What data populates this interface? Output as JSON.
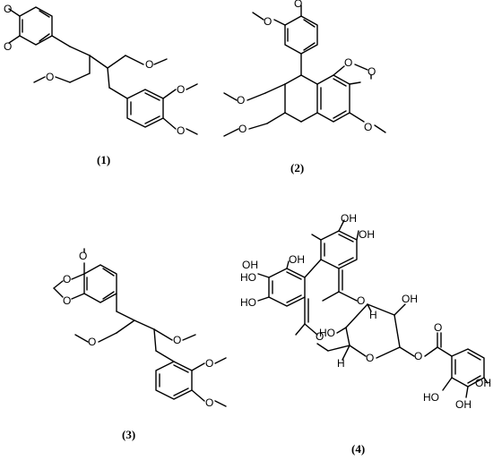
{
  "figure": {
    "captions": [
      "(1)",
      "(2)",
      "(3)",
      "(4)"
    ],
    "atom_o": "O",
    "atom_oh": "OH",
    "atom_ho": "HO",
    "atom_h": "H"
  }
}
